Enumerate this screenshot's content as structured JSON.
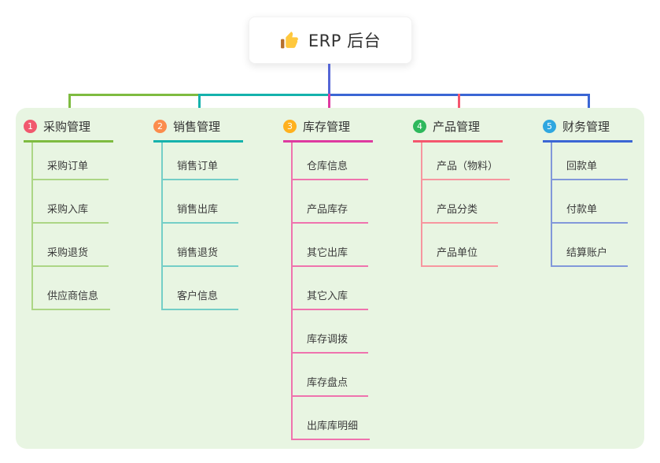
{
  "page": {
    "background": "#ffffff",
    "panel_background": "#E8F5E2",
    "text_color": "#333333"
  },
  "root": {
    "label": "ERP 后台",
    "icon": "thumbs-up-emoji",
    "line_color": "#5566D6"
  },
  "branches": [
    {
      "badge": "1",
      "badge_color": "#F1586E",
      "label": "采购管理",
      "line_color": "#7EBB40",
      "child_line_color": "#ACD685",
      "children": [
        "采购订单",
        "采购入库",
        "采购退货",
        "供应商信息"
      ]
    },
    {
      "badge": "2",
      "badge_color": "#FB8C4C",
      "label": "销售管理",
      "line_color": "#15B2AC",
      "child_line_color": "#74CEC7",
      "children": [
        "销售订单",
        "销售出库",
        "销售退货",
        "客户信息"
      ]
    },
    {
      "badge": "3",
      "badge_color": "#FFB11E",
      "label": "库存管理",
      "line_color": "#DE3AA0",
      "child_line_color": "#EF73AE",
      "children": [
        "仓库信息",
        "产品库存",
        "其它出库",
        "其它入库",
        "库存调拨",
        "库存盘点",
        "出库库明细"
      ]
    },
    {
      "badge": "4",
      "badge_color": "#2EB85C",
      "label": "产品管理",
      "line_color": "#F4566E",
      "child_line_color": "#F7969F",
      "children": [
        "产品（物料）",
        "产品分类",
        "产品单位"
      ]
    },
    {
      "badge": "5",
      "badge_color": "#2FA7E0",
      "label": "财务管理",
      "line_color": "#3B66D4",
      "child_line_color": "#8298DA",
      "children": [
        "回款单",
        "付款单",
        "结算账户"
      ]
    }
  ]
}
